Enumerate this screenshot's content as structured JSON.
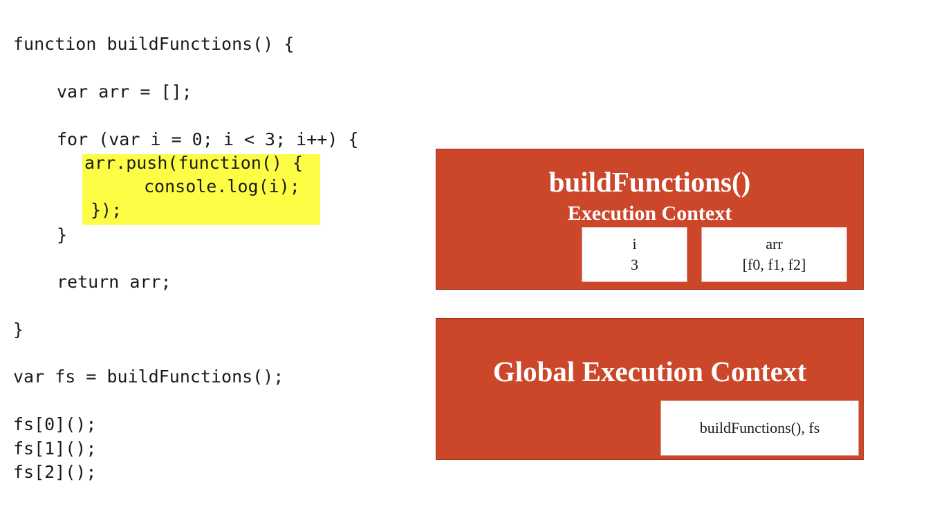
{
  "code": {
    "lines": [
      "function buildFunctions() {",
      "var arr = [];",
      "for (var i = 0; i < 3; i++) {",
      "arr.push(function() {",
      "console.log(i);",
      "});",
      "}",
      "return arr;",
      "}",
      "var fs = buildFunctions();",
      "fs[0]();",
      "fs[1]();",
      "fs[2]();"
    ]
  },
  "build_context": {
    "title": "buildFunctions()",
    "subtitle": "Execution Context",
    "variables": [
      {
        "name": "i",
        "value": "3"
      },
      {
        "name": "arr",
        "value": "[f0, f1, f2]"
      }
    ]
  },
  "global_context": {
    "title": "Global Execution Context",
    "variables": [
      {
        "value": "buildFunctions(), fs"
      }
    ]
  },
  "colors": {
    "context_box": "#cc4629",
    "highlight": "#fdfd45"
  }
}
